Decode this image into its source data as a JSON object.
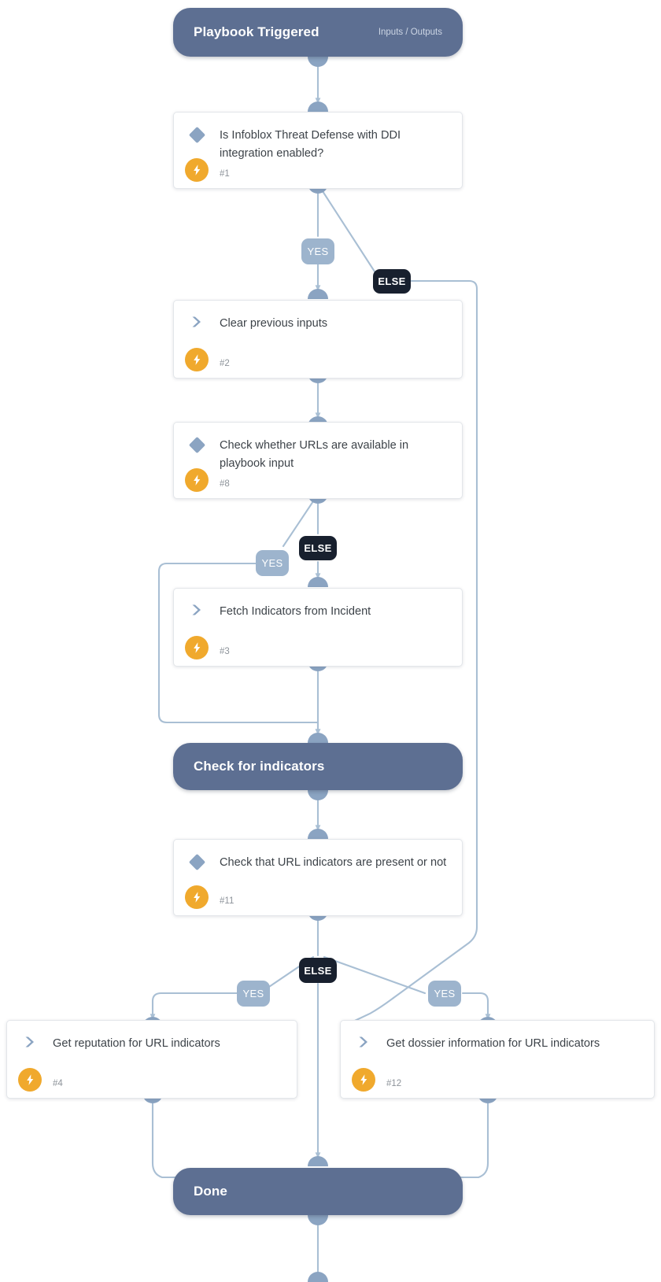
{
  "diagram": {
    "type": "playbook-flowchart",
    "colors": {
      "terminal_fill": "#5d6f92",
      "wire": "#a9bfd4",
      "socket": "#8ba4c2",
      "branch_yes": "#9db4cd",
      "branch_else": "#18202e",
      "bolt_badge": "#f0a92d",
      "decision_glyph": "#8ba4c2",
      "card_text": "#3d4349"
    },
    "nodes": [
      {
        "id": "trigger",
        "kind": "terminal",
        "title": "Playbook Triggered",
        "subtitle": "Inputs / Outputs"
      },
      {
        "id": "n1",
        "kind": "decision",
        "icon": "diamond-icon",
        "title": "Is Infoblox Threat Defense with DDI integration enabled?",
        "step": "#1"
      },
      {
        "id": "n2",
        "kind": "action",
        "icon": "chevron-right-icon",
        "title": "Clear previous inputs",
        "step": "#2"
      },
      {
        "id": "n8",
        "kind": "decision",
        "icon": "diamond-icon",
        "title": "Check whether URLs are available in playbook input",
        "step": "#8"
      },
      {
        "id": "n3",
        "kind": "action",
        "icon": "chevron-right-icon",
        "title": "Fetch Indicators from Incident",
        "step": "#3"
      },
      {
        "id": "group",
        "kind": "group",
        "title": "Check for indicators",
        "subtitle": ""
      },
      {
        "id": "n11",
        "kind": "decision",
        "icon": "diamond-icon",
        "title": "Check that URL indicators are present or not",
        "step": "#11"
      },
      {
        "id": "n4",
        "kind": "action",
        "icon": "chevron-right-icon",
        "title": "Get reputation for URL indicators",
        "step": "#4"
      },
      {
        "id": "n12",
        "kind": "action",
        "icon": "chevron-right-icon",
        "title": "Get dossier information for URL indicators",
        "step": "#12"
      },
      {
        "id": "done",
        "kind": "terminal",
        "title": "Done",
        "subtitle": ""
      }
    ],
    "branches": [
      {
        "id": "b1-yes",
        "label": "YES",
        "from": "n1",
        "to": "n2"
      },
      {
        "id": "b1-else",
        "label": "ELSE",
        "from": "n1",
        "to": "done"
      },
      {
        "id": "b8-yes",
        "label": "YES",
        "from": "n8",
        "to": "group"
      },
      {
        "id": "b8-else",
        "label": "ELSE",
        "from": "n8",
        "to": "n3"
      },
      {
        "id": "b11-yes-left",
        "label": "YES",
        "from": "n11",
        "to": "n4"
      },
      {
        "id": "b11-else",
        "label": "ELSE",
        "from": "n11",
        "to": "done"
      },
      {
        "id": "b11-yes-right",
        "label": "YES",
        "from": "n11",
        "to": "n12"
      }
    ]
  }
}
